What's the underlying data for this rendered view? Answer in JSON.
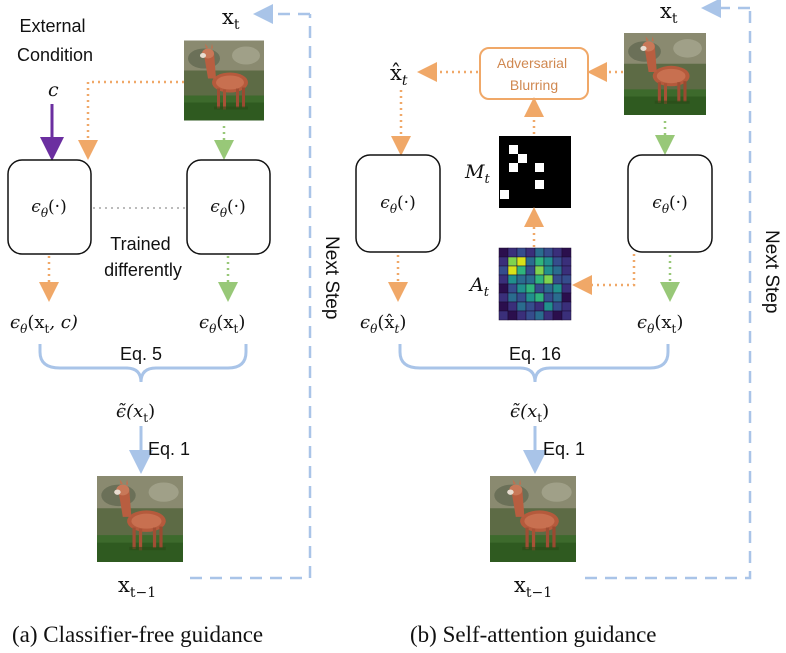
{
  "colors": {
    "orange_arrow": "#f0a868",
    "green_arrow": "#98c878",
    "purple_arrow": "#6b2fa0",
    "blue_bracket": "#a9c4e8",
    "adversarial_border": "#f0a868",
    "adversarial_text": "#d08850",
    "gray_dotted": "#bbbbbb"
  },
  "left": {
    "external_condition": [
      "External",
      "Condition"
    ],
    "c_label": "c",
    "x_t": "x",
    "x_t_sub": "t",
    "model_left": "ϵ",
    "model_left_sub": "θ",
    "model_left_arg": "(·)",
    "model_right": "ϵ",
    "model_right_sub": "θ",
    "model_right_arg": "(·)",
    "trained_differently": [
      "Trained",
      "differently"
    ],
    "out_cond": "ϵ",
    "out_cond_sub": "θ",
    "out_cond_arg": "(x",
    "out_cond_arg_sub": "t",
    "out_cond_arg_tail": ", c)",
    "out_uncond": "ϵ",
    "out_uncond_sub": "θ",
    "out_uncond_arg": "(x",
    "out_uncond_arg_sub": "t",
    "out_uncond_arg_tail": ")",
    "eq_combine": "Eq. 5",
    "eps_tilde": "ϵ̃(x",
    "eps_tilde_sub": "t",
    "eps_tilde_tail": ")",
    "eq_step": "Eq. 1",
    "x_prev": "x",
    "x_prev_sub": "t−1",
    "next_step": "Next Step",
    "caption": "(a) Classifier-free guidance"
  },
  "right": {
    "x_t": "x",
    "x_t_sub": "t",
    "x_hat": "x̂",
    "x_hat_sub": "t",
    "adversarial": [
      "Adversarial",
      "Blurring"
    ],
    "mask_label": "M",
    "mask_sub": "t",
    "attn_label": "A",
    "attn_sub": "t",
    "model_left": "ϵ",
    "model_left_sub": "θ",
    "model_left_arg": "(·)",
    "model_right": "ϵ",
    "model_right_sub": "θ",
    "model_right_arg": "(·)",
    "out_left": "ϵ",
    "out_left_sub": "θ",
    "out_left_arg": "(x̂",
    "out_left_arg_sub": "t",
    "out_left_arg_tail": ")",
    "out_right": "ϵ",
    "out_right_sub": "θ",
    "out_right_arg": "(x",
    "out_right_arg_sub": "t",
    "out_right_arg_tail": ")",
    "eq_combine": "Eq. 16",
    "eps_tilde": "ϵ̃(x",
    "eps_tilde_sub": "t",
    "eps_tilde_tail": ")",
    "eq_step": "Eq. 1",
    "x_prev": "x",
    "x_prev_sub": "t−1",
    "next_step": "Next Step",
    "caption": "(b) Self-attention guidance"
  }
}
